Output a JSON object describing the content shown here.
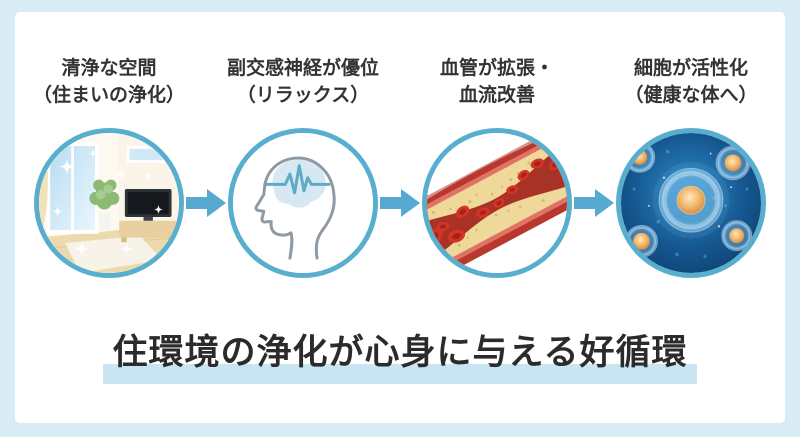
{
  "colors": {
    "frame_bg": "#d8ecf5",
    "card_bg": "#ffffff",
    "accent": "#58aecd",
    "arrow": "#56aad1",
    "label_text": "#333333",
    "title_text": "#2b2b2b",
    "title_highlight": "#c9e4f3"
  },
  "steps": [
    {
      "label_line1": "清浄な空間",
      "label_line2": "（住まいの浄化）",
      "image": "clean-room"
    },
    {
      "label_line1": "副交感神経が優位",
      "label_line2": "（リラックス）",
      "image": "relaxed-brain"
    },
    {
      "label_line1": "血管が拡張・",
      "label_line2": "血流改善",
      "image": "blood-vessel"
    },
    {
      "label_line1": "細胞が活性化",
      "label_line2": "（健康な体へ）",
      "image": "active-cells"
    }
  ],
  "arrow_icon": "right-arrow",
  "title": {
    "text": "住環境の浄化が心身に与える好循環"
  }
}
